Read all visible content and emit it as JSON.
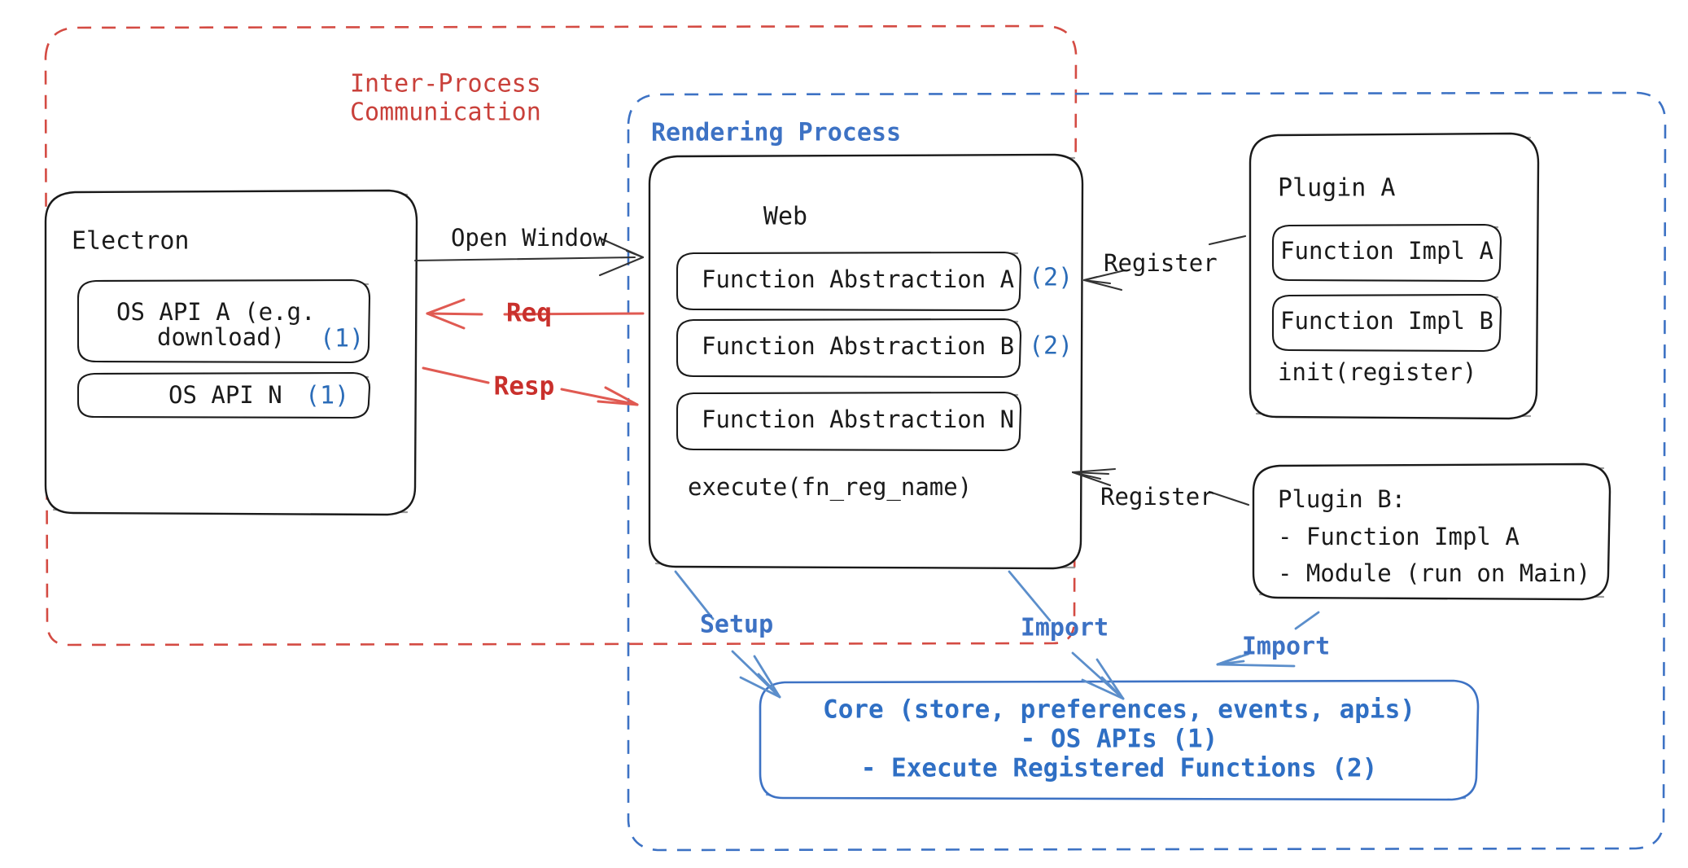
{
  "diagram": {
    "title": "Electron plugin architecture",
    "colors": {
      "ipc_red": "#c9403a",
      "process_blue": "#3d72c4",
      "core_blue": "#2f6fc4",
      "marker_blue": "#2b6cb8",
      "box_black": "#1a1a1a",
      "arrow_red": "#e05a52",
      "arrow_blue": "#5b8ecb"
    },
    "boundaries": {
      "ipc": {
        "label_line1": "Inter-Process",
        "label_line2": "Communication",
        "style": "dashed",
        "color": "#c9403a"
      },
      "rendering_process": {
        "label": "Rendering Process",
        "style": "dashed",
        "color": "#3d72c4"
      }
    },
    "electron": {
      "title": "Electron",
      "apis": [
        {
          "label_line1": "OS API A (e.g.",
          "label_line2": "download)",
          "marker": "(1)"
        },
        {
          "label_line1": "OS API N",
          "label_line2": "",
          "marker": "(1)"
        }
      ]
    },
    "web": {
      "title": "Web",
      "abstractions": [
        {
          "label": "Function Abstraction A",
          "marker": "(2)"
        },
        {
          "label": "Function Abstraction B",
          "marker": "(2)"
        },
        {
          "label": "Function Abstraction N",
          "marker": ""
        }
      ],
      "execute": "execute(fn_reg_name)"
    },
    "plugin_a": {
      "title": "Plugin A",
      "functions": [
        "Function Impl A",
        "Function Impl B"
      ],
      "init": "init(register)"
    },
    "plugin_b": {
      "title": "Plugin B:",
      "items": [
        "- Function Impl A",
        "- Module (run on Main)"
      ]
    },
    "core": {
      "line1": "Core (store, preferences, events, apis)",
      "line2": "- OS APIs (1)",
      "line3": "- Execute Registered Functions (2)"
    },
    "arrows": {
      "open_window": "Open Window",
      "req": "Req",
      "resp": "Resp",
      "register_a": "Register",
      "register_b": "Register",
      "setup": "Setup",
      "import_web": "Import",
      "import_plugin_b": "Import"
    }
  }
}
